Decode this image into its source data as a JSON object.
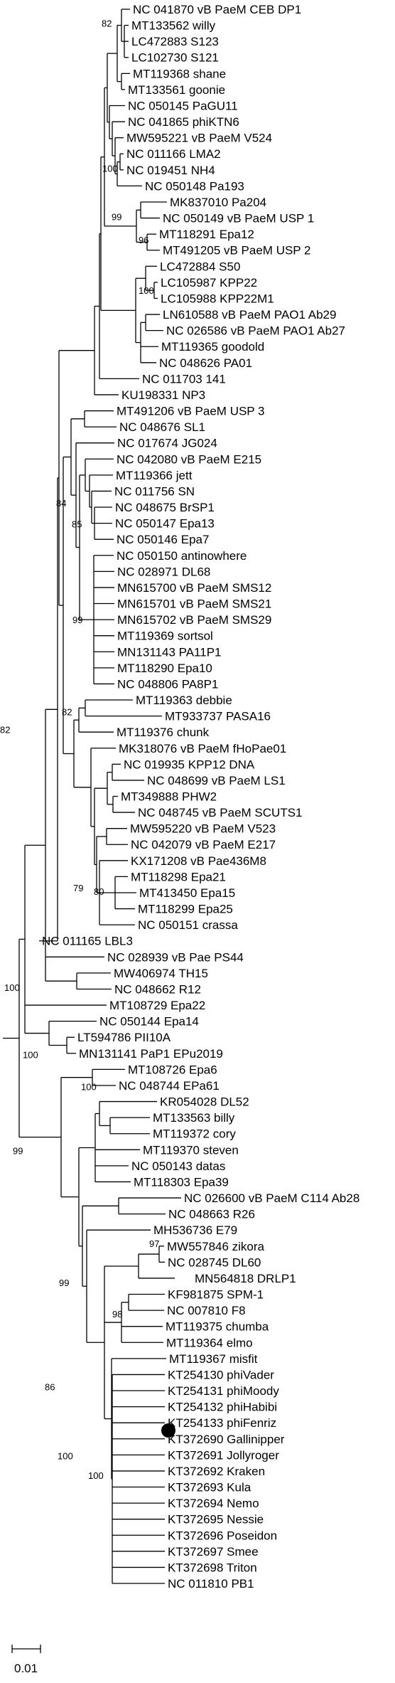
{
  "tree": {
    "taxa": [
      "NC 041870 vB PaeM CEB DP1",
      "MT133562 willy",
      "LC472883 S123",
      "LC102730 S121",
      "MT119368 shane",
      "MT133561 goonie",
      "NC 050145 PaGU11",
      "NC 041865 phiKTN6",
      "MW595221 vB PaeM V524",
      "NC 011166 LMA2",
      "NC 019451 NH4",
      "NC 050148 Pa193",
      "MK837010 Pa204",
      "NC 050149 vB PaeM USP 1",
      "MT118291 Epa12",
      "MT491205 vB PaeM USP 2",
      "LC472884 S50",
      "LC105987 KPP22",
      "LC105988 KPP22M1",
      "LN610588 vB PaeM PAO1 Ab29",
      "NC 026586 vB PaeM PAO1 Ab27",
      "MT119365 goodold",
      "NC 048626 PA01",
      "NC 011703 141",
      "KU198331 NP3",
      "MT491206 vB PaeM USP 3",
      "NC 048676 SL1",
      "NC 017674 JG024",
      "NC 042080 vB PaeM E215",
      "MT119366 jett",
      "NC 011756 SN",
      "NC 048675 BrSP1",
      "NC 050147 Epa13",
      "NC 050146 Epa7",
      "NC 050150 antinowhere",
      "NC 028971 DL68",
      "MN615700 vB PaeM SMS12",
      "MN615701 vB PaeM SMS21",
      "MN615702 vB PaeM SMS29",
      "MT119369 sortsol",
      "MN131143 PA11P1",
      "MT118290 Epa10",
      "NC 048806 PA8P1",
      "MT119363 debbie",
      "MT933737 PASA16",
      "MT119376 chunk",
      "MK318076 vB PaeM fHoPae01",
      "NC 019935 KPP12 DNA",
      "NC 048699 vB PaeM LS1",
      "MT349888 PHW2",
      "NC 048745 vB PaeM SCUTS1",
      "MW595220 vB PaeM V523",
      "NC 042079 vB PaeM E217",
      "KX171208 vB Pae436M8",
      "MT118298 Epa21",
      "MT413450 Epa15",
      "MT118299 Epa25",
      "NC 050151 crassa",
      "NC 011165 LBL3",
      "NC 028939 vB Pae PS44",
      "MW406974 TH15",
      "NC 048662 R12",
      "MT108729 Epa22",
      "NC 050144 Epa14",
      "LT594786 PII10A",
      "MN131141 PaP1 EPu2019",
      "MT108726 Epa6",
      "NC 048744 EPa61",
      "KR054028 DL52",
      "MT133563 billy",
      "MT119372 cory",
      "MT119370 steven",
      "NC 050143 datas",
      "MT118303 Epa39",
      "NC 026600 vB PaeM C114 Ab28",
      "NC 048663 R26",
      "MH536736 E79",
      "MW557846 zikora",
      "NC 028745 DL60",
      "MN564818 DRLP1",
      "KF981875 SPM-1",
      "NC 007810 F8",
      "MT119375 chumba",
      "MT119364 elmo",
      "MT119367 misfit",
      "KT254130 phiVader",
      "KT254131 phiMoody",
      "KT254132 phiHabibi",
      "KT254133 phiFenriz",
      "KT372690 Gallinipper",
      "KT372691 Jollyroger",
      "KT372692 Kraken",
      "KT372693 Kula",
      "KT372694 Nemo",
      "KT372695 Nessie",
      "KT372696 Poseidon",
      "KT372697 Smee",
      "KT372698 Triton",
      "NC 011810 PB1"
    ],
    "bootstrap_values": [
      "82",
      "100",
      "96",
      "99",
      "100",
      "84",
      "85",
      "99",
      "82",
      "80",
      "79",
      "82",
      "100",
      "100",
      "100",
      "99",
      "99",
      "100",
      "97",
      "86",
      "98",
      "100"
    ],
    "highlighted_taxon": "MN564818 DRLP1",
    "scale_bar_label": "0.01"
  }
}
